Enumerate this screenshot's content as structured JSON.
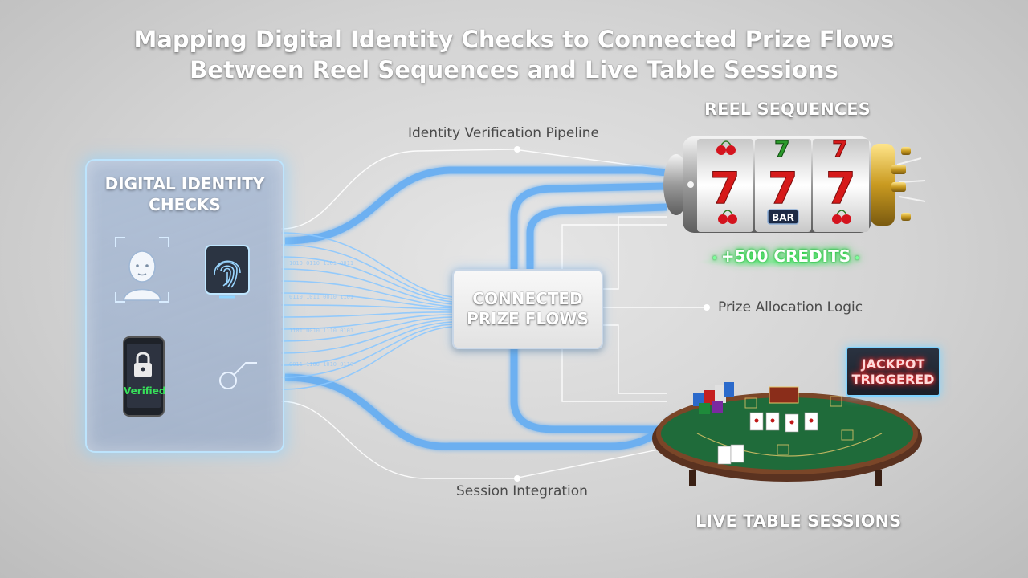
{
  "title": {
    "line1": "Mapping Digital Identity Checks to Connected Prize Flows",
    "line2": "Between Reel Sequences and Live Table Sessions"
  },
  "identity_panel": {
    "title_line1": "DIGITAL IDENTITY",
    "title_line2": "CHECKS",
    "phone_status": "Verified",
    "icons": [
      "face-scan-icon",
      "fingerprint-icon",
      "phone-lock-icon",
      "key-icon"
    ]
  },
  "hub": {
    "line1": "CONNECTED",
    "line2": "PRIZE FLOWS"
  },
  "labels": {
    "identity_pipeline": "Identity Verification Pipeline",
    "prize_logic": "Prize Allocation Logic",
    "session_integration": "Session Integration"
  },
  "reel": {
    "title": "REEL SEQUENCES",
    "credits": "+500 CREDITS",
    "bar_symbol": "BAR",
    "seven_symbol": "7"
  },
  "table": {
    "title": "LIVE TABLE SESSIONS",
    "jackpot_line1": "JACKPOT",
    "jackpot_line2": "TRIGGERED"
  },
  "colors": {
    "flow_blue": "#5aa9f5",
    "glow_cyan": "#9fe0ff",
    "felt_green": "#1f6b3a",
    "credits_green": "#2fe050",
    "jackpot_red": "#ff3030"
  }
}
